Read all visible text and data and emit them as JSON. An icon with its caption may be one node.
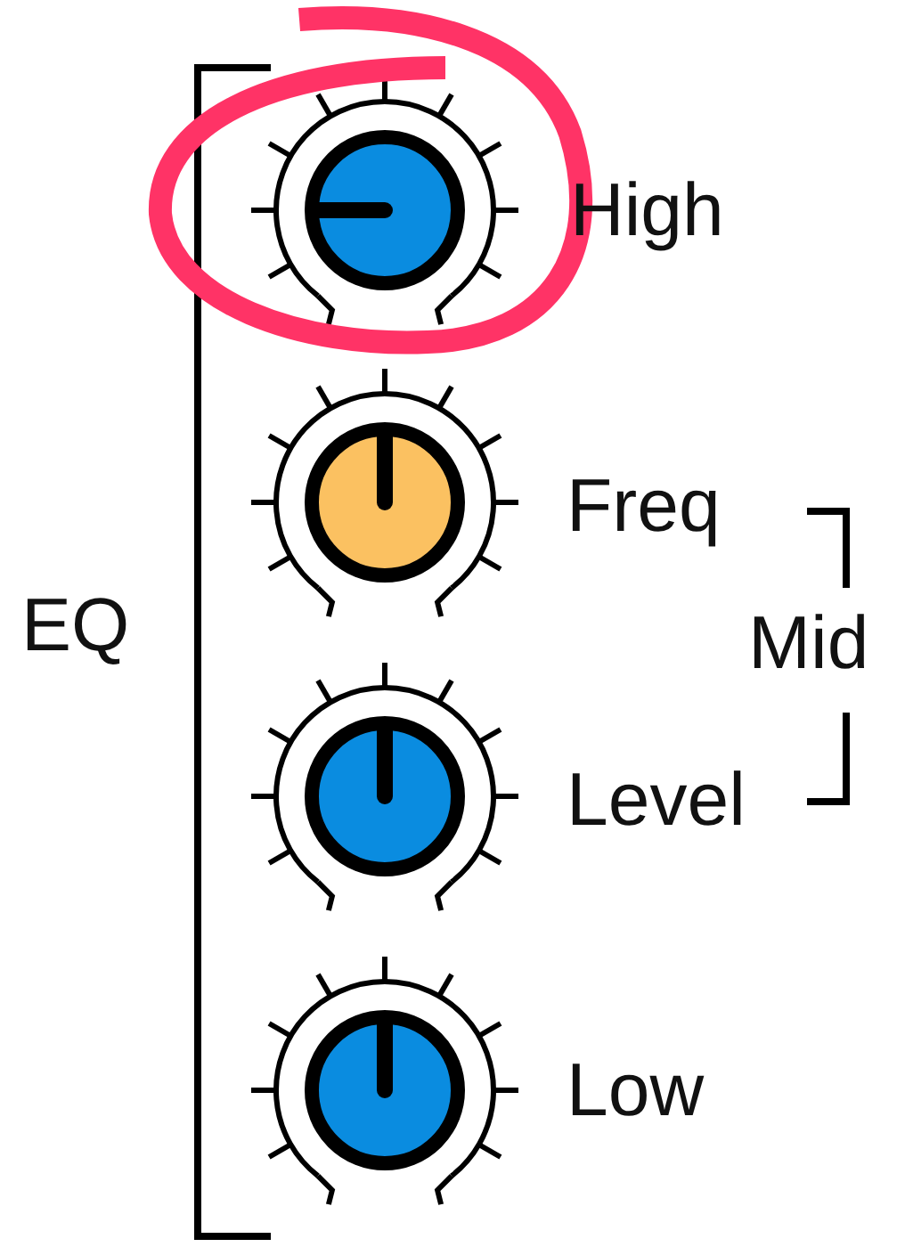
{
  "diagram": {
    "labels": [
      "High",
      "Freq",
      "EQ",
      "Mid",
      "Level",
      "Low"
    ]
  }
}
